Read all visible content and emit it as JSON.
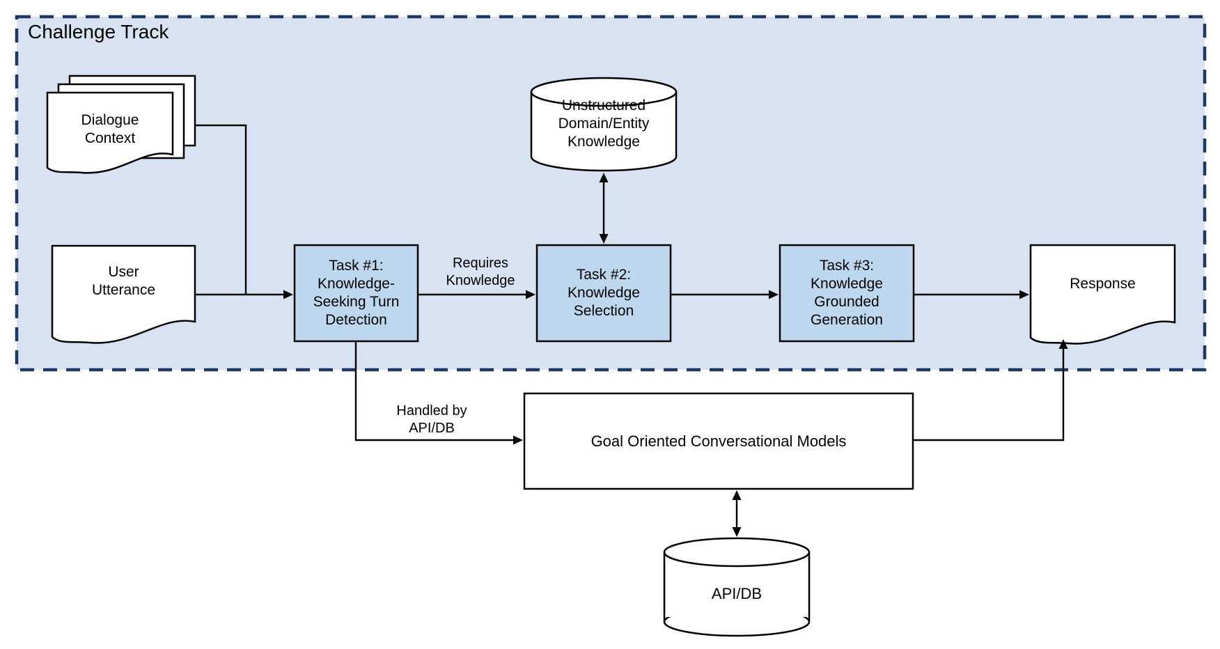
{
  "diagram": {
    "title": "Challenge Track",
    "colors": {
      "container_fill": "#d9e2f3",
      "container_border": "#1f3864",
      "task_fill": "#bdd7ee",
      "node_fill": "#ffffff",
      "line": "#000000",
      "text": "#000000"
    },
    "nodes": {
      "dialogue_context": {
        "label": "Dialogue\nContext",
        "shape": "document-stack"
      },
      "user_utterance": {
        "label": "User\nUtterance",
        "shape": "document"
      },
      "unstructured_knowledge": {
        "label": "Unstructured\nDomain/Entity\nKnowledge",
        "shape": "cylinder"
      },
      "task1": {
        "label": "Task #1:\nKnowledge-\nSeeking Turn\nDetection",
        "shape": "process"
      },
      "task2": {
        "label": "Task #2:\nKnowledge\nSelection",
        "shape": "process"
      },
      "task3": {
        "label": "Task #3:\nKnowledge\nGrounded\nGeneration",
        "shape": "process"
      },
      "response": {
        "label": "Response",
        "shape": "document"
      },
      "goal_models": {
        "label": "Goal Oriented Conversational Models",
        "shape": "process"
      },
      "api_db": {
        "label": "API/DB",
        "shape": "cylinder"
      }
    },
    "edge_labels": {
      "requires_knowledge": "Requires\nKnowledge",
      "handled_by": "Handled by\nAPI/DB"
    }
  }
}
